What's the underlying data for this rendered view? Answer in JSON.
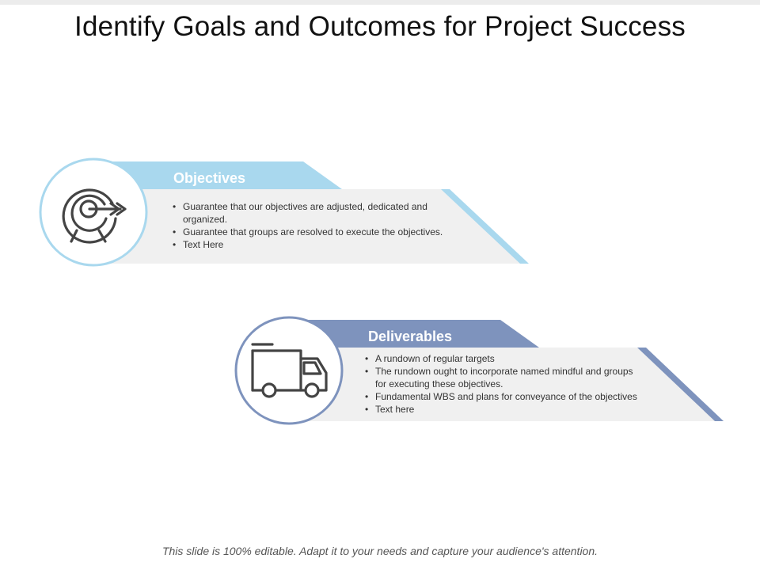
{
  "title": "Identify Goals and Outcomes for Project Success",
  "footer": "This slide is 100% editable. Adapt it to your needs and capture your audience's attention.",
  "colors": {
    "objectives_accent": "#a9d8ee",
    "deliverables_accent": "#7e93bd",
    "panel_bg": "#f0f0f0",
    "icon_stroke": "#444444"
  },
  "sections": [
    {
      "heading": "Objectives",
      "icon": "target-arrow-icon",
      "bullets": [
        [
          "Guarantee that our objectives are adjusted, dedicated and",
          "organized."
        ],
        [
          "Guarantee that groups are resolved to execute the objectives."
        ],
        [
          "Text Here"
        ]
      ]
    },
    {
      "heading": "Deliverables",
      "icon": "delivery-truck-icon",
      "bullets": [
        [
          "A rundown of regular targets"
        ],
        [
          "The rundown ought to incorporate named mindful and groups",
          "for executing these objectives."
        ],
        [
          "Fundamental WBS and plans for conveyance of the objectives"
        ],
        [
          "Text here"
        ]
      ]
    }
  ]
}
